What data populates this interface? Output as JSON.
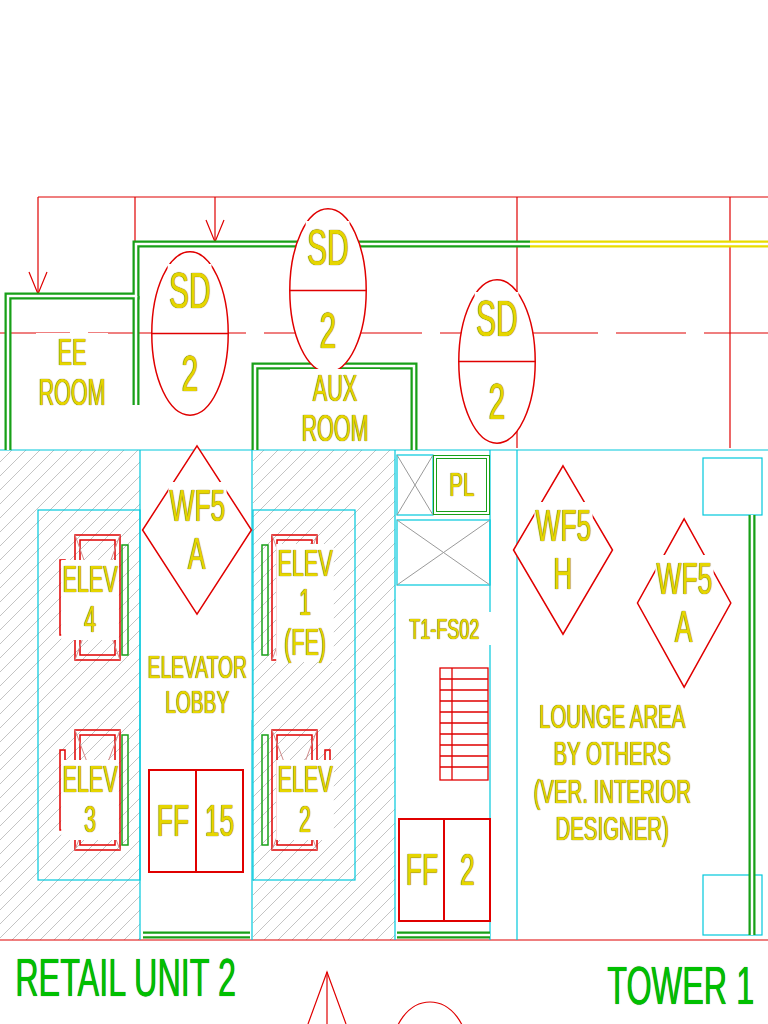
{
  "diagram": {
    "nodes": [
      {
        "text": [
          "SD",
          "2"
        ]
      },
      {
        "text": [
          "SD",
          "2"
        ]
      },
      {
        "text": [
          "SD",
          "2"
        ]
      },
      {
        "text": [
          "EE ROOM"
        ]
      },
      {
        "text": [
          "AUX ROOM"
        ]
      },
      {
        "text": [
          "PL"
        ]
      },
      {
        "text": [
          "WF5",
          "A"
        ]
      },
      {
        "text": [
          "WF5",
          "H"
        ]
      },
      {
        "text": [
          "ELEV 4"
        ]
      },
      {
        "text": [
          "ELEV 1 (FE)"
        ]
      },
      {
        "text": [
          "WF5",
          "A"
        ]
      },
      {
        "text": [
          "ELEV 3"
        ]
      },
      {
        "text": [
          "ELEV 2"
        ]
      },
      {
        "text": [
          "FF",
          "15"
        ]
      },
      {
        "text": [
          "FF",
          "2"
        ]
      }
    ],
    "labels": [
      "ELEVATOR LOBBY",
      "T1-FS02",
      "LOUNGE AREA BY OTHERS (VER. INTERIOR DESIGNER)",
      "RETAIL UNIT 2",
      "TOWER 1"
    ]
  }
}
